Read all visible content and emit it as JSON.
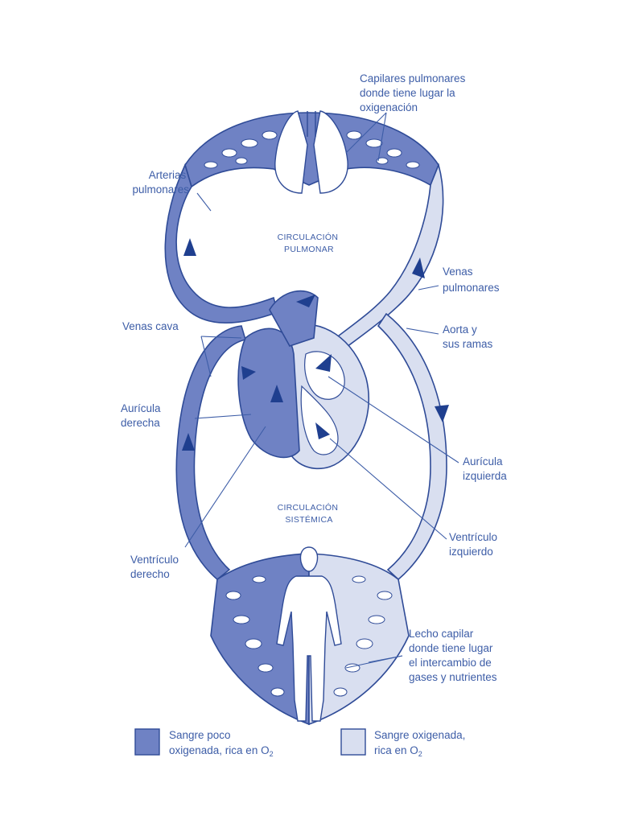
{
  "labels": {
    "pulmonary_capillaries": [
      "Capilares pulmonares",
      "donde tiene lugar la",
      "oxigenación"
    ],
    "pulmonary_arteries": [
      "Arterias",
      "pulmonares"
    ],
    "pulmonary_circulation": [
      "CIRCULACIÓN",
      "PULMONAR"
    ],
    "pulmonary_veins": [
      "Venas",
      "pulmonares"
    ],
    "venae_cavae": [
      "Venas cava"
    ],
    "aorta": [
      "Aorta y",
      "sus ramas"
    ],
    "right_atrium": [
      "Aurícula",
      "derecha"
    ],
    "left_atrium": [
      "Aurícula",
      "izquierda"
    ],
    "systemic_circulation": [
      "CIRCULACIÓN",
      "SISTÉMICA"
    ],
    "left_ventricle": [
      "Ventrículo",
      "izquierdo"
    ],
    "right_ventricle": [
      "Ventrículo",
      "derecho"
    ],
    "capillary_bed": [
      "Lecho capilar",
      "donde tiene lugar",
      "el intercambio de",
      "gases y nutrientes"
    ]
  },
  "legend": {
    "deoxygenated": {
      "line1": "Sangre poco",
      "line2_prefix": "oxigenada, rica en O",
      "subscript": "2",
      "color": "#6f82c4"
    },
    "oxygenated": {
      "line1": "Sangre oxigenada,",
      "line2_prefix": "rica en O",
      "subscript": "2",
      "color": "#d9dff0"
    }
  },
  "colors": {
    "text": "#3d5da7",
    "outline": "#2f4b97",
    "arrow": "#1f3f8f"
  }
}
